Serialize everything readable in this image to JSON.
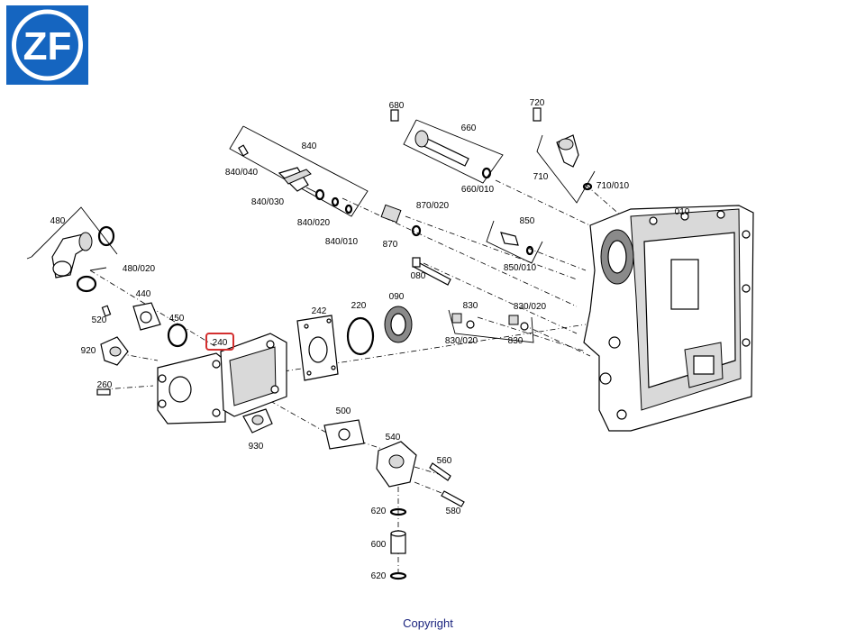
{
  "logo": {
    "text": "ZF",
    "bg_color": "#1565c0",
    "fg_color": "#ffffff"
  },
  "highlight_color": "#d32f2f",
  "highlighted_part": "240",
  "parts": {
    "p680": "680",
    "p720": "720",
    "p660": "660",
    "p660_010": "660/010",
    "p840": "840",
    "p840_040": "840/040",
    "p840_030": "840/030",
    "p840_020": "840/020",
    "p840_010": "840/010",
    "p710": "710",
    "p710_010": "710/010",
    "p010": "010",
    "p480": "480",
    "p480_020": "480/020",
    "p870": "870",
    "p870_020": "870/020",
    "p850": "850",
    "p850_010": "850/010",
    "p080": "080",
    "p440": "440",
    "p520": "520",
    "p450": "450",
    "p242": "242",
    "p220": "220",
    "p090": "090",
    "p830a": "830",
    "p830_020a": "830/020",
    "p830_020b": "830/020",
    "p830b": "830",
    "p920": "920",
    "p240": "240",
    "p260": "260",
    "p930": "930",
    "p500": "500",
    "p540": "540",
    "p560": "560",
    "p580": "580",
    "p620a": "620",
    "p600": "600",
    "p620b": "620"
  },
  "footer": {
    "copyright": "Copyright"
  }
}
